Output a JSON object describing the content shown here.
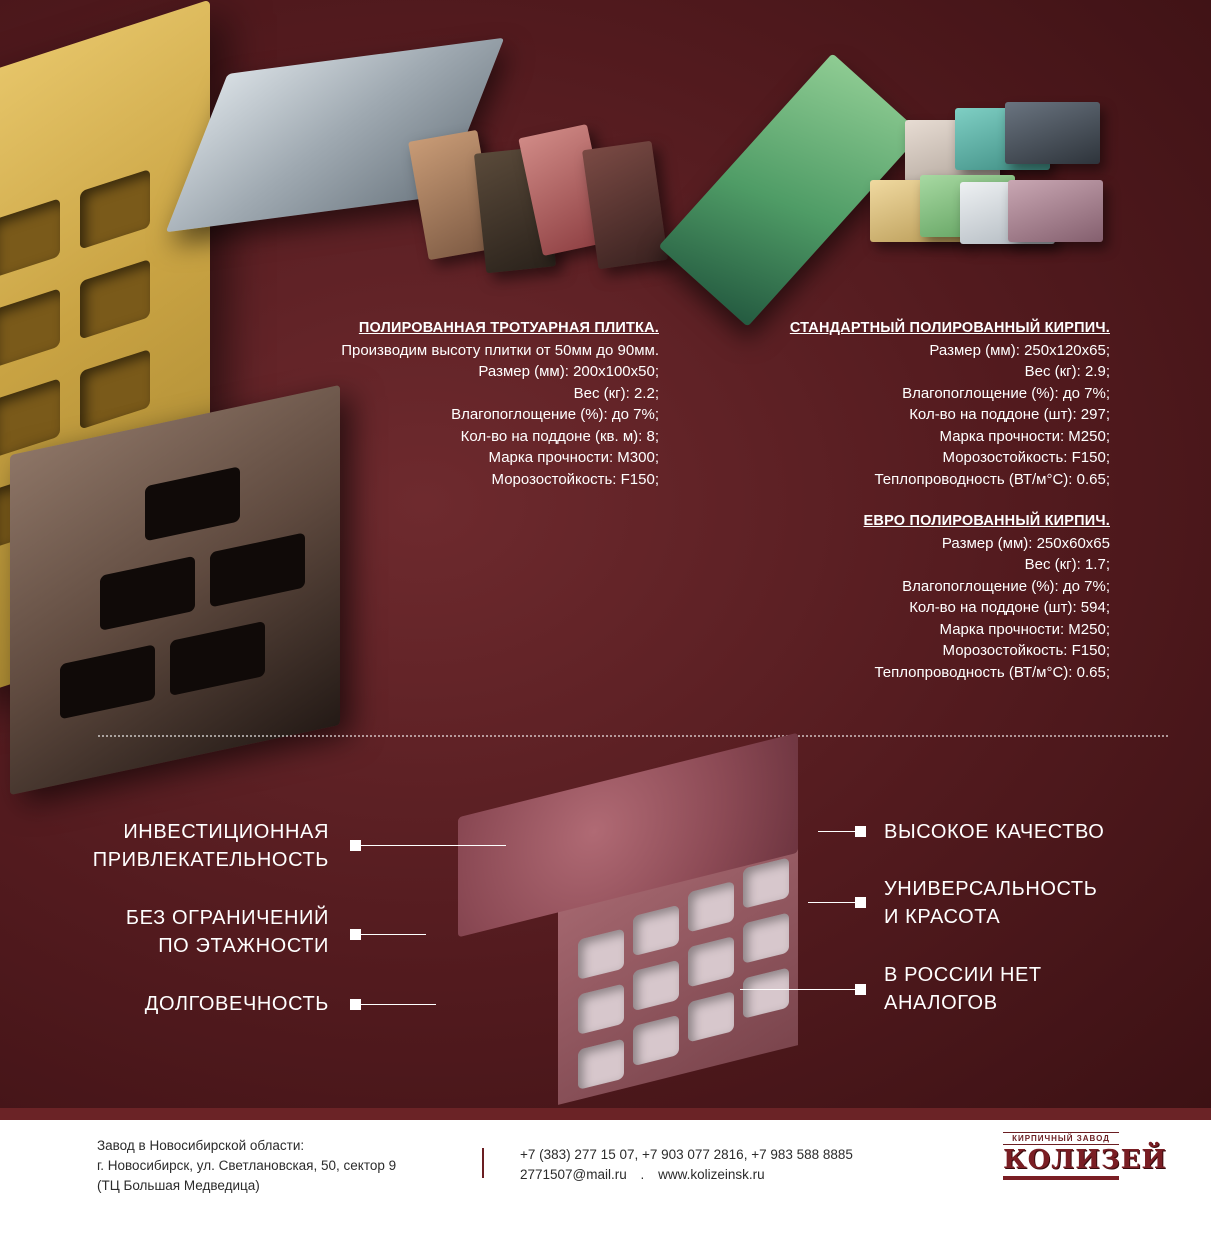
{
  "paving": {
    "title": "ПОЛИРОВАННАЯ ТРОТУАРНАЯ ПЛИТКА.",
    "lines": [
      "Производим высоту плитки от 50мм до 90мм.",
      "Размер (мм): 200х100х50;",
      "Вес (кг): 2.2;",
      "Влагопоглощение (%): до 7%;",
      "Кол-во на поддоне (кв. м): 8;",
      "Марка прочности: М300;",
      "Морозостойкость: F150;"
    ]
  },
  "standard": {
    "title": "СТАНДАРТНЫЙ ПОЛИРОВАННЫЙ КИРПИЧ.",
    "lines": [
      "Размер (мм): 250х120х65;",
      "Вес (кг): 2.9;",
      "Влагопоглощение (%): до 7%;",
      "Кол-во на поддоне (шт): 297;",
      "Марка прочности: М250;",
      "Морозостойкость: F150;",
      "Теплопроводность (ВТ/м°С): 0.65;"
    ]
  },
  "euro": {
    "title": "ЕВРО ПОЛИРОВАННЫЙ КИРПИЧ.",
    "lines": [
      "Размер (мм): 250х60х65",
      "Вес (кг): 1.7;",
      "Влагопоглощение (%): до 7%;",
      "Кол-во на поддоне (шт): 594;",
      "Марка прочности: М250;",
      "Морозостойкость: F150;",
      "Теплопроводность (ВТ/м°С): 0.65;"
    ]
  },
  "features": {
    "left": [
      [
        "ИНВЕСТИЦИОННАЯ",
        "ПРИВЛЕКАТЕЛЬНОСТЬ"
      ],
      [
        "БЕЗ ОГРАНИЧЕНИЙ",
        "ПО ЭТАЖНОСТИ"
      ],
      [
        "ДОЛГОВЕЧНОСТЬ"
      ]
    ],
    "right": [
      [
        "ВЫСОКОЕ КАЧЕСТВО"
      ],
      [
        "УНИВЕРСАЛЬНОСТЬ",
        "И КРАСОТА"
      ],
      [
        "В РОССИИ НЕТ",
        "АНАЛОГОВ"
      ]
    ]
  },
  "footer": {
    "address": [
      "Завод в Новосибирской области:",
      "г. Новосибирск, ул. Светлановская, 50, сектор 9",
      "(ТЦ Большая Медведица)"
    ],
    "phones": "+7 (383) 277 15 07,  +7 903 077 2816, +7 983 588 8885",
    "email": "2771507@mail.ru",
    "sep": ".",
    "site": "www.kolizeinsk.ru",
    "logo_top": "КИРПИЧНЫЙ ЗАВОД",
    "logo_main": "КОЛИЗЕЙ"
  },
  "colors": {
    "background": "#5a1c1f",
    "accent": "#7a1e24",
    "text": "#ffffff",
    "footer_bg": "#ffffff"
  }
}
